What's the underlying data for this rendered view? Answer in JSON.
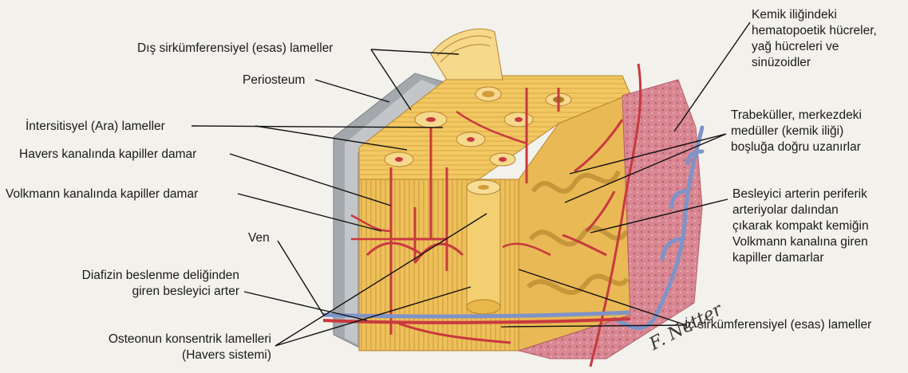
{
  "labels": {
    "outer_lamellae": "Dış sirkümferensiyel (esas) lameller",
    "periosteum": "Periosteum",
    "interstitial_lamellae": "İntersitisyel (Ara) lameller",
    "havers_capillary": "Havers kanalında kapiller damar",
    "volkmann_capillary": "Volkmann kanalında kapiller damar",
    "vein": "Ven",
    "nutrient_artery_line1": "Diafizin beslenme deliğinden",
    "nutrient_artery_line2": "giren besleyici arter",
    "osteon_line1": "Osteonun konsentrik lamelleri",
    "osteon_line2": "(Havers sistemi)",
    "marrow_line1": "Kemik iliğindeki",
    "marrow_line2": "hematopoetik hücreler,",
    "marrow_line3": "yağ hücreleri ve",
    "marrow_line4": "sinüzoidler",
    "trabeculae_line1": "Trabeküller, merkezdeki",
    "trabeculae_line2": "medüller (kemik iliği)",
    "trabeculae_line3": "boşluğa doğru uzanırlar",
    "peripheral_line1": "Besleyici arterin periferik",
    "peripheral_line2": "arteriyolar dalından",
    "peripheral_line3": "çıkarak kompakt kemiğin",
    "peripheral_line4": "Volkmann kanalına giren",
    "peripheral_line5": "kapiller damarlar",
    "inner_lamellae": "İç sirkümferensiyel (esas) lameller"
  },
  "signature": "F. Netter",
  "colors": {
    "bone_light": "#f7d77a",
    "bone_mid": "#e8b84a",
    "bone_dark": "#c9912c",
    "vessel_red": "#c8393f",
    "vein_blue": "#7e93c8",
    "marrow_pink": "#d9828c",
    "periosteum_gray": "#9ea3a9",
    "leader_line": "#111111"
  }
}
